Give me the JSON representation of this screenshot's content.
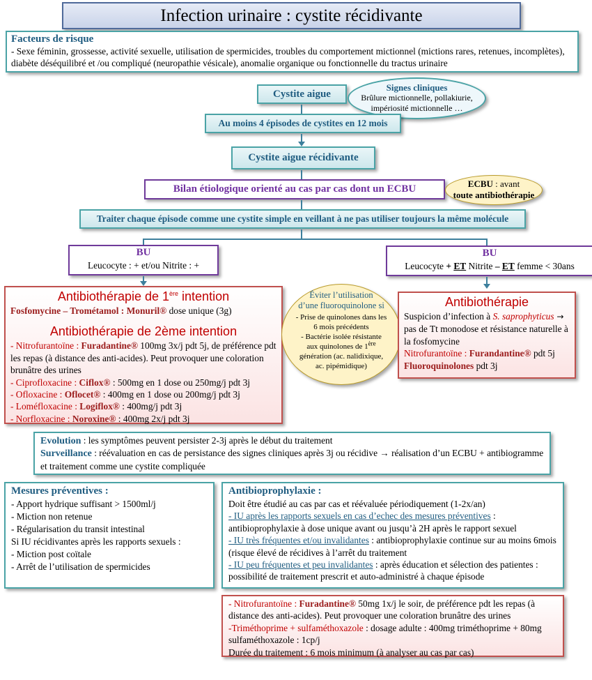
{
  "title": "Infection urinaire : cystite récidivante",
  "risk": {
    "heading": "Facteurs de risque",
    "text": "- Sexe féminin, grossesse, activité sexuelle, utilisation de spermicides, troubles du comportement mictionnel (mictions rares, retenues, incomplètes), diabète déséquilibré et /ou compliqué (neuropathie vésicale), anomalie organique ou fonctionnelle du tractus urinaire"
  },
  "cystite_aigue": "Cystite aigue",
  "signes": {
    "heading": "Signes cliniques",
    "line1": "Brûlure mictionnelle, pollakiurie,",
    "line2": "impériosité mictionnelle …"
  },
  "episodes": "Au moins 4 épisodes de cystites en 12 mois",
  "recidivante": "Cystite aigue récidivante",
  "bilan": "Bilan étiologique orienté au cas par cas dont un  ECBU",
  "ecbu_note": {
    "bold": "ECBU",
    "rest": " : avant",
    "line2": "toute antibiothérapie"
  },
  "traiter": "Traiter chaque épisode comme une cystite simple en veillant à ne pas utiliser toujours la même molécule",
  "bu_left": {
    "heading": "BU",
    "text": "Leucocyte : + et/ou Nitrite : +"
  },
  "bu_right": {
    "heading": "BU",
    "p1": "Leucocyte ",
    "p2": "+ ",
    "p3": "ET",
    "p4": " Nitrite ",
    "p5": "– ",
    "p6": "ET",
    "p7": " femme < 30ans"
  },
  "abx_left": {
    "h1_main": "Antibiothérapie de 1",
    "h1_sup": "ère",
    "h1_end": " intention",
    "l1_red": "Fosfomycine – Trométamol : ",
    "l1_drug": "Monuril®",
    "l1_rest": " dose unique (3g)",
    "h2": "Antibiothérapie de 2ème intention",
    "nitro_red": "- Nitrofurantoïne : ",
    "nitro_drug": "Furadantine®",
    "nitro_rest": " 100mg 3x/j pdt 5j, de préférence pdt les repas (à distance des anti-acides). Peut provoquer une coloration brunâtre des urines",
    "cipro_red": "- Ciprofloxacine : ",
    "cipro_drug": "Ciflox®",
    "cipro_rest": " : 500mg en 1 dose ou 250mg/j pdt 3j",
    "oflo_red": "- Ofloxacine : ",
    "oflo_drug": "Oflocet®",
    "oflo_rest": " : 400mg en 1 dose ou 200mg/j pdt 3j",
    "lome_red": "- Loméfloxacine : ",
    "lome_drug": "Logiflox®",
    "lome_rest": " : 400mg/j pdt 3j",
    "norflo_red": "- Norfloxacine : ",
    "norflo_drug": "Noroxine®",
    "norflo_rest": " : 400mg 2x/j pdt 3j"
  },
  "eviter": {
    "heading1": "Éviter l’utilisation",
    "heading2": "d’une fluoroquinolone si",
    "b1": "- Prise de quinolones dans les 6 mois précédents",
    "b2a": "- Bactérie isolée résistante aux quinolones de 1",
    "b2sup": "ère",
    "b2b": " génération (ac. nalidixique, ac. pipémidique)"
  },
  "abx_right": {
    "heading": "Antibiothérapie",
    "s1": "Suspicion d’infection à ",
    "s_germ": "S. saprophyticus",
    "s_arrow": " → ",
    "s2": "pas de Tt monodose et résistance naturelle à la fosfomycine",
    "n_red": "Nitrofurantoïne : ",
    "n_drug": "Furandantine®",
    "n_rest": " pdt 5j",
    "f_red": "Fluoroquinolones",
    "f_rest": " pdt 3j"
  },
  "evolution": {
    "h1": "Evolution",
    "t1": " : les symptômes peuvent persister 2-3j après le début du traitement",
    "h2": "Surveillance",
    "t2": " : réévaluation en cas de persistance des signes cliniques après 3j ou récidive → réalisation d’un ECBU + antibiogramme et traitement comme une cystite compliquée"
  },
  "mesures": {
    "heading": "Mesures préventives :",
    "items": [
      "- Apport hydrique suffisant > 1500ml/j",
      "- Miction non retenue",
      "- Régularisation du transit intestinal",
      "Si IU récidivantes après les rapports sexuels :",
      "- Miction post coïtale",
      "- Arrêt de l’utilisation de spermicides"
    ]
  },
  "prophylaxie": {
    "heading": "Antibioprophylaxie :",
    "intro": "Doit être étudié au cas par cas et réévaluée périodiquement (1-2x/an)",
    "a_link": "- IU après les rapports sexuels en cas d’echec des mesures préventives",
    "a_rest": " : antibioprophylaxie à dose unique avant ou jusqu’à 2H après le rapport sexuel",
    "b_link": "- IU très fréquentes et/ou invalidantes",
    "b_rest": " : antibioprophylaxie continue sur au moins 6mois (risque élevé de récidives à l’arrêt du traitement",
    "c_link": "- IU peu fréquentes et peu invalidantes",
    "c_rest": " : après éducation et sélection des patientes : possibilité de traitement prescrit et auto-administré à chaque épisode"
  },
  "bottom": {
    "n_red": "- Nitrofurantoïne : ",
    "n_drug": "Furadantine®",
    "n_rest": " 50mg 1x/j le soir, de préférence pdt les repas (à distance des anti-acides). Peut provoquer une coloration brunâtre des urines",
    "t_red": "-Triméthoprime + sulfaméthoxazole",
    "t_rest": " : dosage adulte : 400mg triméthoprime + 80mg sulfaméthoxazole : 1cp/j",
    "duree": "Durée du traitement : 6 mois minimum (à analyser au cas par cas)"
  },
  "colors": {
    "teal": "#4aa3a6",
    "purple": "#7030a0",
    "red": "#c00000",
    "navy": "#1f5c80"
  }
}
